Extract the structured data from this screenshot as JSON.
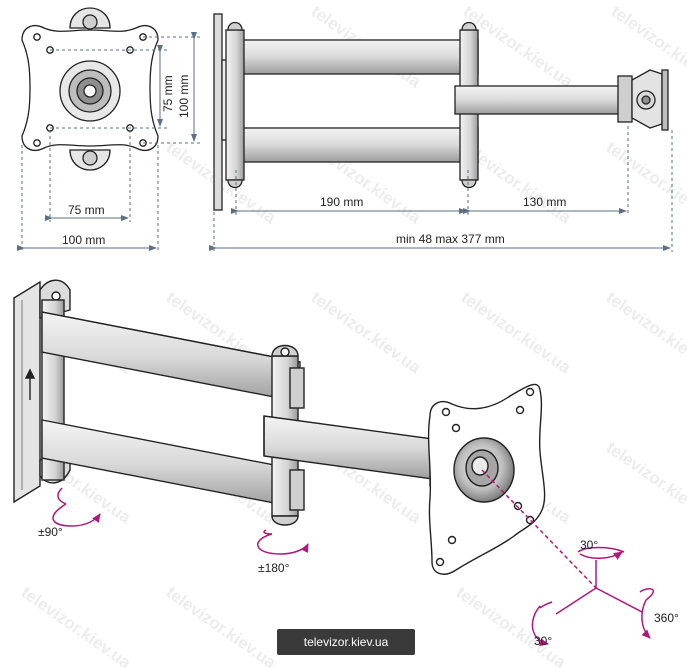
{
  "dimensions": {
    "plate_inner_vertical": "75 mm",
    "plate_outer_vertical": "100 mm",
    "plate_inner_horizontal": "75 mm",
    "plate_outer_horizontal": "100 mm",
    "arm_long": "190 mm",
    "arm_short": "130 mm",
    "extension_range": "min 48 max 377 mm"
  },
  "rotations": {
    "wall_swivel": "±90°",
    "arm_swivel": "±180°",
    "tilt_top": "30°",
    "tilt_left": "30°",
    "spin": "360°"
  },
  "watermark": "televizor.kiev.ua",
  "badge": "televizor.kiev.ua",
  "colors": {
    "line": "#222222",
    "dimension": "#5b6f86",
    "magenta": "#b0197a",
    "badge_bg": "#3a3a3a"
  }
}
